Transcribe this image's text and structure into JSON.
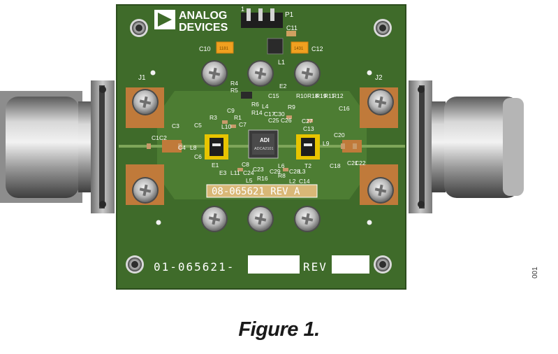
{
  "logo": {
    "line1": "ANALOG",
    "line2": "DEVICES"
  },
  "board": {
    "assembly_label": "08-065621 REV A",
    "pcb_number_label": "01-065621-",
    "rev_label": "REV",
    "chip_logo": "ADI",
    "chip_part": "ADCA2101"
  },
  "designators": {
    "p1": "P1",
    "p1_pin": "1",
    "j1": "J1",
    "j2": "J2",
    "c1": "C1",
    "c2": "C2",
    "c3": "C3",
    "c4": "C4",
    "c5": "C5",
    "c6": "C6",
    "c7": "C7",
    "c8": "C8",
    "c9": "C9",
    "c10": "C10",
    "c11": "C11",
    "c12": "C12",
    "c13": "C13",
    "c14": "C14",
    "c15": "C15",
    "c16": "C16",
    "c17": "C17",
    "c18": "C18",
    "c20": "C20",
    "c21": "C21",
    "c22": "C22",
    "c23": "C23",
    "c24": "C24",
    "c25": "C25",
    "c26": "C26",
    "c27": "C27",
    "c28": "C28",
    "c29": "C29",
    "c30": "C30",
    "e1": "E1",
    "e2": "E2",
    "e3": "E3",
    "l1": "L1",
    "l2": "L2",
    "l3": "L3",
    "l4": "L4",
    "l5": "L5",
    "l6": "L6",
    "l8": "L8",
    "l9": "L9",
    "l10": "L10",
    "l11": "L11",
    "r1": "R1",
    "r3": "R3",
    "r4": "R4",
    "r5": "R5",
    "r6": "R6",
    "r8": "R8",
    "r9": "R9",
    "r10": "R10",
    "r11": "R11",
    "r12": "R12",
    "r14": "R14",
    "r16": "R16",
    "r18": "R18",
    "r19": "R19",
    "t2": "T2",
    "cap10_marking": "1181",
    "cap12_marking": "1431"
  },
  "figure_number": "001",
  "caption": "Figure 1.",
  "colors": {
    "pcb_green": "#3f6b2a",
    "pcb_light_green": "#5a8a3c",
    "copper": "#c07a3a",
    "silk": "#ffffff",
    "tantalum": "#f0a020",
    "transformer_gold": "#e8c400",
    "connector_metal": "#8e8e8e"
  },
  "icons": [
    "screw-icon",
    "mounting-hole-icon",
    "sma-connector-icon",
    "analog-devices-logo-icon"
  ]
}
